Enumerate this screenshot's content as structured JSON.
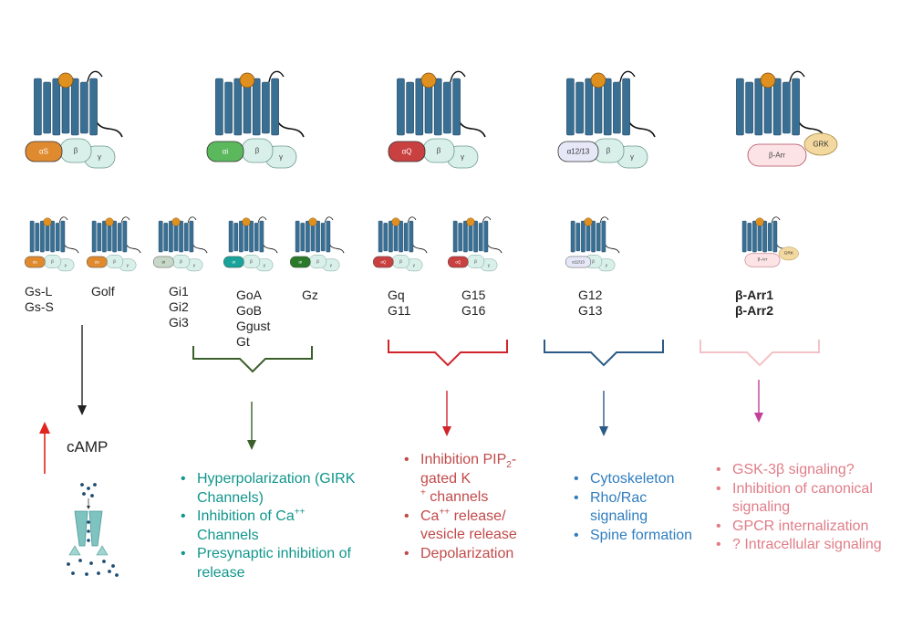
{
  "colors": {
    "receptor": "#3a6f94",
    "receptor_edge": "#1f4560",
    "ligand": "#e0901e",
    "alpha_s": "#e08a30",
    "alpha_i": "#5cb85c",
    "alpha_o": "#1aa39a",
    "alpha_z": "#2a7a2a",
    "alpha_q": "#c94040",
    "alpha_1213": "#e6e8f8",
    "beta_gamma": "#d9efe9",
    "beta_arrestin": "#fbe3e6",
    "grk": "#f3d9a0",
    "green_line": "#3a5f2a",
    "red_line": "#d0242a",
    "blue_line": "#2b5a86",
    "pink_line": "#f3c2c6",
    "pink_arrow": "#c2409a",
    "black_arrow": "#222222",
    "up_arrow": "#e0241e"
  },
  "top_row": [
    {
      "alpha": "αS",
      "beta": "β",
      "gamma": "γ"
    },
    {
      "alpha": "αi",
      "beta": "β",
      "gamma": "γ"
    },
    {
      "alpha": "αQ",
      "beta": "β",
      "gamma": "γ"
    },
    {
      "alpha": "α12/13",
      "beta": "β",
      "gamma": "γ"
    },
    {
      "arrestin": "β-Arr",
      "grk": "GRK"
    }
  ],
  "small_row": [
    {
      "alpha": "αs",
      "beta": "β",
      "gamma": "γ"
    },
    {
      "alpha": "αs",
      "beta": "β",
      "gamma": "γ"
    },
    {
      "alpha": "αi",
      "beta": "β",
      "gamma": "γ"
    },
    {
      "alpha": "αi",
      "beta": "β",
      "gamma": "γ"
    },
    {
      "alpha": "αi",
      "beta": "β",
      "gamma": "γ"
    },
    {
      "alpha": "αQ",
      "beta": "β",
      "gamma": "γ"
    },
    {
      "alpha": "αQ",
      "beta": "β",
      "gamma": "γ"
    },
    {
      "alpha": "α12/13",
      "beta": "β",
      "gamma": "γ"
    },
    {
      "arrestin": "β-Arr",
      "grk": "GRK"
    }
  ],
  "subtypes": {
    "gs": [
      "Gs-L",
      "Gs-S"
    ],
    "golf": [
      "Golf"
    ],
    "gi": [
      "Gi1",
      "Gi2",
      "Gi3"
    ],
    "go": [
      "GoA",
      "GoB",
      "Ggust",
      "Gt"
    ],
    "gz": [
      "Gz"
    ],
    "gq": [
      "Gq",
      "G11"
    ],
    "g15": [
      "G15",
      "G16"
    ],
    "g12": [
      "G12",
      "G13"
    ],
    "arr": [
      "β-Arr1",
      "β-Arr2"
    ]
  },
  "camp_label": "cAMP",
  "effects": {
    "gi": [
      "Hyperpolarization (GIRK Channels)",
      "Inhibition of Ca++ Channels",
      "Presynaptic inhibition of release"
    ],
    "gq": [
      "Inhibition PIP2-gated K + channels",
      "Ca++ release/ vesicle release",
      "Depolarization"
    ],
    "g12": [
      "Cytoskeleton",
      "Rho/Rac signaling",
      "Spine formation"
    ],
    "arr": [
      "GSK-3β signaling?",
      "Inhibition of canonical signaling",
      "GPCR internalization",
      "? Intracellular signaling"
    ]
  }
}
